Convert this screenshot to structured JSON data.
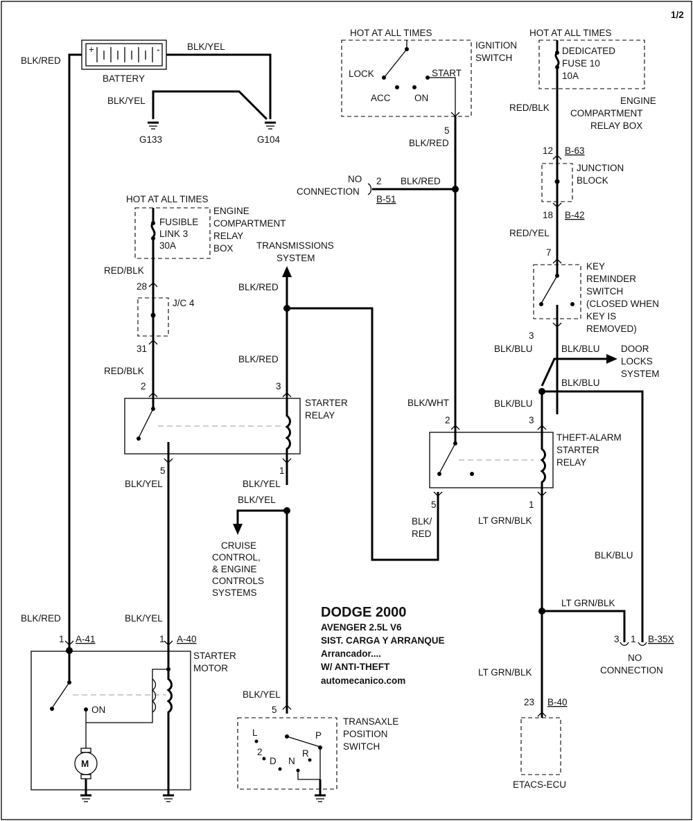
{
  "page": "1/2",
  "title_block": {
    "line1": "DODGE 2000",
    "line2": "AVENGER  2.5L V6",
    "line3": "SIST. CARGA Y ARRANQUE",
    "line4": "Arrancador....",
    "line5": "W/ ANTI-THEFT",
    "line6": "automecanico.com"
  },
  "battery": {
    "label": "BATTERY",
    "plus": "+",
    "minus": "-"
  },
  "grounds": {
    "g133": "G133",
    "g104": "G104"
  },
  "hot": {
    "fusible": "HOT AT ALL TIMES",
    "ignition": "HOT AT ALL TIMES",
    "fuse10": "HOT AT ALL TIMES"
  },
  "fusible_link": {
    "l1": "FUSIBLE",
    "l2": "LINK 3",
    "l3": "30A",
    "box1": "ENGINE",
    "box2": "COMPARTMENT",
    "box3": "RELAY",
    "box4": "BOX"
  },
  "junction_c4": {
    "label": "J/C 4",
    "pin_in": "28",
    "pin_out": "31"
  },
  "starter_relay": {
    "l1": "STARTER",
    "l2": "RELAY",
    "pin2": "2",
    "pin3": "3",
    "pin5": "5",
    "pin1": "1"
  },
  "starter_motor": {
    "l1": "STARTER",
    "l2": "MOTOR",
    "on": "ON",
    "m": "M",
    "pin1a": "1",
    "conn_a41": "A-41",
    "pin1b": "1",
    "conn_a40": "A-40"
  },
  "transmissions": {
    "l1": "TRANSMISSIONS",
    "l2": "SYSTEM"
  },
  "cruise": {
    "l1": "CRUISE",
    "l2": "CONTROL,",
    "l3": "& ENGINE",
    "l4": "CONTROLS",
    "l5": "SYSTEMS"
  },
  "transaxle": {
    "l1": "TRANSAXLE",
    "l2": "POSITION",
    "l3": "SWITCH",
    "pin": "5",
    "L": "L",
    "two": "2",
    "D": "D",
    "N": "N",
    "R": "R",
    "P": "P"
  },
  "ignition": {
    "l1": "IGNITION",
    "l2": "SWITCH",
    "lock": "LOCK",
    "start": "START",
    "acc": "ACC",
    "on": "ON",
    "pin": "5"
  },
  "no_connection_b51": {
    "l1": "NO",
    "l2": "CONNECTION",
    "pin": "2",
    "conn": "B-51"
  },
  "fuse10": {
    "l1": "DEDICATED",
    "l2": "FUSE 10",
    "l3": "10A",
    "box1": "ENGINE",
    "box2": "COMPARTMENT",
    "box3": "RELAY BOX"
  },
  "junction_block": {
    "l1": "JUNCTION",
    "l2": "BLOCK",
    "pin_in": "12",
    "conn_in": "B-63",
    "pin_out": "18",
    "conn_out": "B-42"
  },
  "key_reminder": {
    "l1": "KEY",
    "l2": "REMINDER",
    "l3": "SWITCH",
    "l4": "(CLOSED WHEN",
    "l5": "KEY IS",
    "l6": "REMOVED)",
    "pin_in": "7",
    "pin_out": "3"
  },
  "door_locks": {
    "l1": "DOOR",
    "l2": "LOCKS",
    "l3": "SYSTEM"
  },
  "theft_relay": {
    "l1": "THEFT-ALARM",
    "l2": "STARTER",
    "l3": "RELAY",
    "pin2": "2",
    "pin3": "3",
    "pin5": "5",
    "pin1": "1"
  },
  "no_connection_b35x": {
    "l1": "NO",
    "l2": "CONNECTION",
    "pin3": "3",
    "pin1": "1",
    "conn": "B-35X"
  },
  "etacs": {
    "label": "ETACS-ECU",
    "pin": "23",
    "conn": "B-40"
  },
  "wires": {
    "blk_red": "BLK/RED",
    "blk_yel": "BLK/YEL",
    "red_blk": "RED/BLK",
    "red_yel": "RED/YEL",
    "blk_blu": "BLK/BLU",
    "blk_wht": "BLK/WHT",
    "blk_slash": "BLK/",
    "red": "RED",
    "lt_grn_blk": "LT GRN/BLK"
  }
}
